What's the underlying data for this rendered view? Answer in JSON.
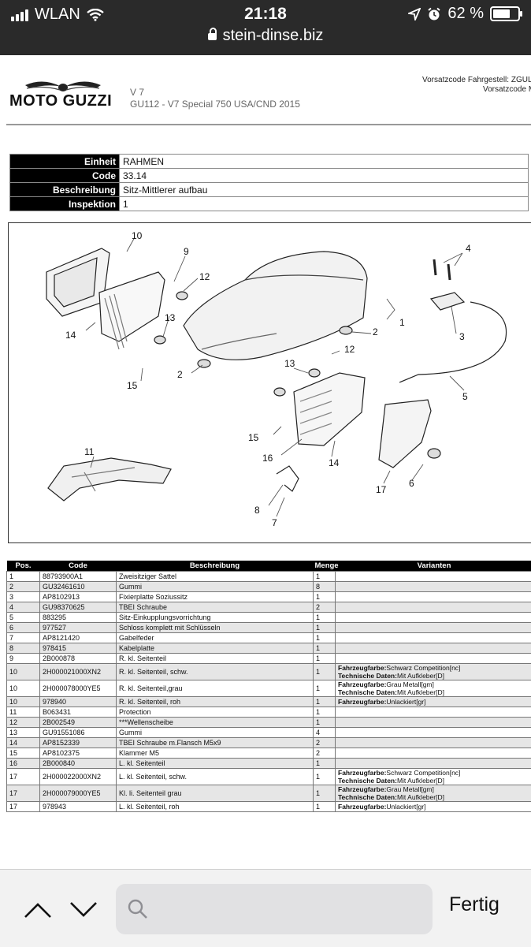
{
  "status": {
    "carrier": "WLAN",
    "time": "21:18",
    "battery": "62 %",
    "battery_level": 0.62
  },
  "browser": {
    "url": "stein-dinse.biz"
  },
  "header": {
    "brand": "MOTO GUZZI",
    "model_line1": "V 7",
    "model_line2": "GU112 - V7 Special 750 USA/CND 2015",
    "vors1": "Vorsatzcode Fahrgestell: ZGUL",
    "vors2": "Vorsatzcode M"
  },
  "info": [
    {
      "key": "Einheit",
      "value": "RAHMEN"
    },
    {
      "key": "Code",
      "value": "33.14"
    },
    {
      "key": "Beschreibung",
      "value": "Sitz-Mittlerer aufbau"
    },
    {
      "key": "Inspektion",
      "value": "1"
    }
  ],
  "diagram": {
    "callouts": [
      "10",
      "9",
      "12",
      "13",
      "14",
      "15",
      "2",
      "1",
      "2",
      "4",
      "3",
      "5",
      "12",
      "13",
      "15",
      "16",
      "14",
      "11",
      "8",
      "7",
      "17",
      "6"
    ]
  },
  "parts": {
    "headers": [
      "Pos.",
      "Code",
      "Beschreibung",
      "Menge",
      "Varianten"
    ],
    "rows": [
      {
        "pos": "1",
        "code": "88793900A1",
        "desc": "Zweisitziger Sattel",
        "qty": "1",
        "var": []
      },
      {
        "pos": "2",
        "code": "GU32461610",
        "desc": "Gummi",
        "qty": "8",
        "var": []
      },
      {
        "pos": "3",
        "code": "AP8102913",
        "desc": "Fixierplatte Soziussitz",
        "qty": "1",
        "var": []
      },
      {
        "pos": "4",
        "code": "GU98370625",
        "desc": "TBEI Schraube",
        "qty": "2",
        "var": []
      },
      {
        "pos": "5",
        "code": "883295",
        "desc": "Sitz-Einkupplungsvorrichtung",
        "qty": "1",
        "var": []
      },
      {
        "pos": "6",
        "code": "977527",
        "desc": "Schloss komplett mit Schlüsseln",
        "qty": "1",
        "var": []
      },
      {
        "pos": "7",
        "code": "AP8121420",
        "desc": "Gabelfeder",
        "qty": "1",
        "var": []
      },
      {
        "pos": "8",
        "code": "978415",
        "desc": "Kabelplatte",
        "qty": "1",
        "var": []
      },
      {
        "pos": "9",
        "code": "2B000878",
        "desc": "R. kl. Seitenteil",
        "qty": "1",
        "var": []
      },
      {
        "pos": "10",
        "code": "2H000021000XN2",
        "desc": "R. kl. Seitenteil, schw.",
        "qty": "1",
        "var": [
          [
            "Fahrzeugfarbe:",
            "Schwarz Competition[nc]"
          ],
          [
            "Technische Daten:",
            "Mit Aufkleber[D]"
          ]
        ]
      },
      {
        "pos": "10",
        "code": "2H000078000YE5",
        "desc": "R. kl. Seitenteil,grau",
        "qty": "1",
        "var": [
          [
            "Fahrzeugfarbe:",
            "Grau Metall[gm]"
          ],
          [
            "Technische Daten:",
            "Mit Aufkleber[D]"
          ]
        ]
      },
      {
        "pos": "10",
        "code": "978940",
        "desc": "R. kl. Seitenteil, roh",
        "qty": "1",
        "var": [
          [
            "Fahrzeugfarbe:",
            "Unlackiert[gr]"
          ]
        ]
      },
      {
        "pos": "11",
        "code": "B063431",
        "desc": "Protection",
        "qty": "1",
        "var": []
      },
      {
        "pos": "12",
        "code": "2B002549",
        "desc": "***Wellenscheibe",
        "qty": "1",
        "var": []
      },
      {
        "pos": "13",
        "code": "GU91551086",
        "desc": "Gummi",
        "qty": "4",
        "var": []
      },
      {
        "pos": "14",
        "code": "AP8152339",
        "desc": "TBEI Schraube m.Flansch M5x9",
        "qty": "2",
        "var": []
      },
      {
        "pos": "15",
        "code": "AP8102375",
        "desc": "Klammer M5",
        "qty": "2",
        "var": []
      },
      {
        "pos": "16",
        "code": "2B000840",
        "desc": "L. kl. Seitenteil",
        "qty": "1",
        "var": []
      },
      {
        "pos": "17",
        "code": "2H000022000XN2",
        "desc": "L. kl. Seitenteil, schw.",
        "qty": "1",
        "var": [
          [
            "Fahrzeugfarbe:",
            "Schwarz Competition[nc]"
          ],
          [
            "Technische Daten:",
            "Mit Aufkleber[D]"
          ]
        ]
      },
      {
        "pos": "17",
        "code": "2H000079000YE5",
        "desc": "Kl. li. Seitenteil grau",
        "qty": "1",
        "var": [
          [
            "Fahrzeugfarbe:",
            "Grau Metall[gm]"
          ],
          [
            "Technische Daten:",
            "Mit Aufkleber[D]"
          ]
        ]
      },
      {
        "pos": "17",
        "code": "978943",
        "desc": "L. kl. Seitenteil, roh",
        "qty": "1",
        "var": [
          [
            "Fahrzeugfarbe:",
            "Unlackiert[gr]"
          ]
        ]
      }
    ]
  },
  "toolbar": {
    "done": "Fertig",
    "up_icon": "chevron-up-icon",
    "down_icon": "chevron-down-icon",
    "search_icon": "search-icon"
  }
}
